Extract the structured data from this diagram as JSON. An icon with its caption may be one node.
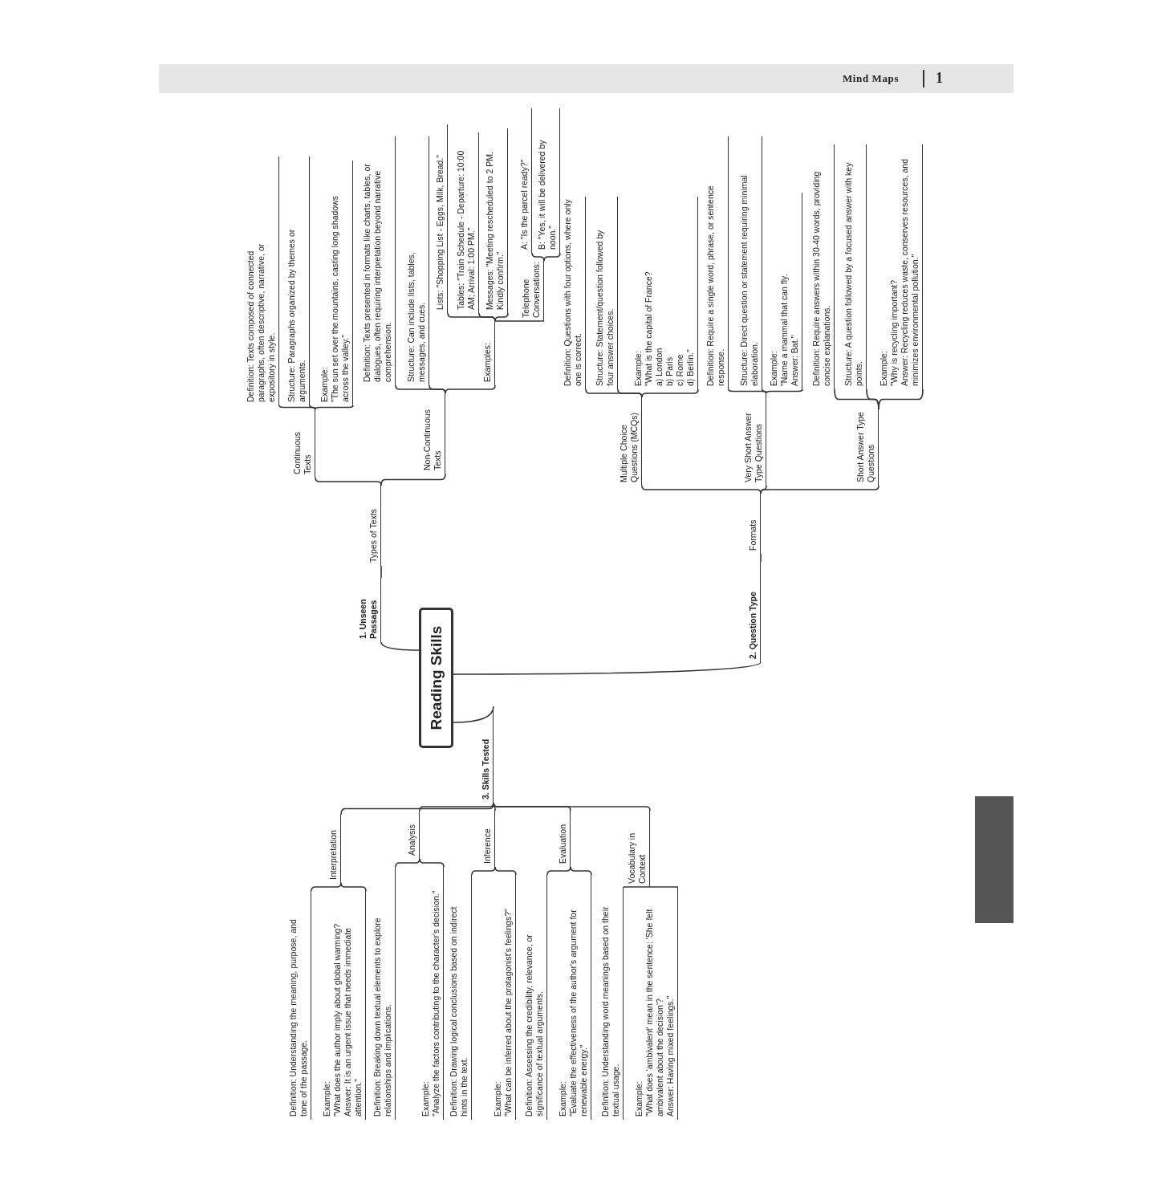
{
  "diagram": {
    "nodes": [
      {
        "text": [
          "Reading Skills"
        ]
      },
      {
        "text": [
          "1. Unseen Passages"
        ]
      },
      {
        "text": [
          "Types of Texts"
        ]
      },
      {
        "text": [
          "Continuous Texts"
        ]
      },
      {
        "text": [
          "Definition: Texts composed of connected paragraphs, often descriptive, narrative, or expository in style."
        ]
      },
      {
        "text": [
          "Structure: Paragraphs organized by themes or arguments."
        ]
      },
      {
        "text": [
          "Example:",
          "\"The sun set over the mountains, casting long shadows across the valley.\""
        ]
      },
      {
        "text": [
          "Non-Continuous Texts"
        ]
      },
      {
        "text": [
          "Definition: Texts presented in formats like charts, tables, or dialogues, often requiring interpretation beyond narrative comprehension."
        ]
      },
      {
        "text": [
          "Structure: Can include lists, tables, messages, and cues."
        ]
      },
      {
        "text": [
          "Examples:"
        ]
      },
      {
        "text": [
          "Lists: \"Shopping List - Eggs, Milk, Bread.\""
        ]
      },
      {
        "text": [
          "Tables: \"Train Schedule - Departure: 10:00 AM; Arrival: 1:00 PM.\""
        ]
      },
      {
        "text": [
          "Messages: \"Meeting rescheduled to 2 PM. Kindly confirm.\""
        ]
      },
      {
        "text": [
          "Telephone Conversations:"
        ]
      },
      {
        "text": [
          "A: \"Is the parcel ready?\""
        ]
      },
      {
        "text": [
          "B: \"Yes, it will be delivered by noon.\""
        ]
      },
      {
        "text": [
          "2. Question Type"
        ]
      },
      {
        "text": [
          "Formats"
        ]
      },
      {
        "text": [
          "Multiple Choice Questions (MCQs)"
        ]
      },
      {
        "text": [
          "Definition: Questions with four options, where only one is correct."
        ]
      },
      {
        "text": [
          "Structure: Statement/question followed by four answer choices."
        ]
      },
      {
        "text": [
          "Example:",
          "\"What is the capital of France?",
          "a) London",
          "b) Paris",
          "c) Rome",
          "d) Berlin.\""
        ]
      },
      {
        "text": [
          "Very Short Answer Type Questions"
        ]
      },
      {
        "text": [
          "Definition: Require a single word, phrase, or sentence response."
        ]
      },
      {
        "text": [
          "Structure: Direct question or statement requiring minimal elaboration."
        ]
      },
      {
        "text": [
          "Example:",
          "\"Name a mammal that can fly.",
          "Answer: Bat.\""
        ]
      },
      {
        "text": [
          "Short Answer Type Questions"
        ]
      },
      {
        "text": [
          "Definition: Require answers within 30-40 words, providing concise explanations."
        ]
      },
      {
        "text": [
          "Structure: A question followed by a focused answer with key points."
        ]
      },
      {
        "text": [
          "Example:",
          "\"Why is recycling important?",
          "Answer: Recycling reduces waste, conserves resources, and minimizes environmental pollution.\""
        ]
      },
      {
        "text": [
          "3. Skills Tested"
        ]
      },
      {
        "text": [
          "Interpretation"
        ]
      },
      {
        "text": [
          "Definition: Understanding the meaning, purpose, and tone of the passage."
        ]
      },
      {
        "text": [
          "Example:",
          "\"What does the author imply about global warming?",
          "Answer: It is an urgent issue that needs immediate attention.\""
        ]
      },
      {
        "text": [
          "Analysis"
        ]
      },
      {
        "text": [
          "Definition: Breaking down textual elements to explore relationships and implications."
        ]
      },
      {
        "text": [
          "Example:",
          "\"Analyze the factors contributing to the character's decision.\""
        ]
      },
      {
        "text": [
          "Inference"
        ]
      },
      {
        "text": [
          "Definition: Drawing logical conclusions based on indirect hints in the text."
        ]
      },
      {
        "text": [
          "Example:",
          "\"What can be inferred about the protagonist's feelings?\""
        ]
      },
      {
        "text": [
          "Evaluation"
        ]
      },
      {
        "text": [
          "Definition: Assessing the credibility, relevance, or significance of textual arguments."
        ]
      },
      {
        "text": [
          "Example:",
          "\"Evaluate the effectiveness of the author's argument for renewable energy.\""
        ]
      },
      {
        "text": [
          "Vocabulary in Context"
        ]
      },
      {
        "text": [
          "Definition: Understanding word meanings based on their textual usage."
        ]
      },
      {
        "text": [
          "Example:",
          "\"What does 'ambivalent' mean in the sentence: 'She felt ambivalent about the decision'?",
          "Answer: Having mixed feelings.\""
        ]
      }
    ],
    "edges": [
      {
        "from": 0,
        "to": 1,
        "arrow": "none"
      },
      {
        "from": 1,
        "to": 2,
        "arrow": "none"
      },
      {
        "from": 2,
        "to": 3,
        "arrow": "none"
      },
      {
        "from": 3,
        "to": 4,
        "arrow": "none"
      },
      {
        "from": 3,
        "to": 5,
        "arrow": "none"
      },
      {
        "from": 3,
        "to": 6,
        "arrow": "none"
      },
      {
        "from": 2,
        "to": 7,
        "arrow": "none"
      },
      {
        "from": 7,
        "to": 8,
        "arrow": "none"
      },
      {
        "from": 7,
        "to": 9,
        "arrow": "none"
      },
      {
        "from": 7,
        "to": 10,
        "arrow": "none"
      },
      {
        "from": 10,
        "to": 11,
        "arrow": "none"
      },
      {
        "from": 10,
        "to": 12,
        "arrow": "none"
      },
      {
        "from": 10,
        "to": 13,
        "arrow": "none"
      },
      {
        "from": 10,
        "to": 14,
        "arrow": "none"
      },
      {
        "from": 14,
        "to": 15,
        "arrow": "none"
      },
      {
        "from": 14,
        "to": 16,
        "arrow": "none"
      },
      {
        "from": 0,
        "to": 17,
        "arrow": "none"
      },
      {
        "from": 17,
        "to": 18,
        "arrow": "none"
      },
      {
        "from": 18,
        "to": 19,
        "arrow": "none"
      },
      {
        "from": 19,
        "to": 20,
        "arrow": "none"
      },
      {
        "from": 19,
        "to": 21,
        "arrow": "none"
      },
      {
        "from": 19,
        "to": 22,
        "arrow": "none"
      },
      {
        "from": 18,
        "to": 23,
        "arrow": "none"
      },
      {
        "from": 23,
        "to": 24,
        "arrow": "none"
      },
      {
        "from": 23,
        "to": 25,
        "arrow": "none"
      },
      {
        "from": 23,
        "to": 26,
        "arrow": "none"
      },
      {
        "from": 18,
        "to": 27,
        "arrow": "none"
      },
      {
        "from": 27,
        "to": 28,
        "arrow": "none"
      },
      {
        "from": 27,
        "to": 29,
        "arrow": "none"
      },
      {
        "from": 27,
        "to": 30,
        "arrow": "none"
      },
      {
        "from": 0,
        "to": 31,
        "arrow": "none"
      },
      {
        "from": 31,
        "to": 32,
        "arrow": "none"
      },
      {
        "from": 32,
        "to": 33,
        "arrow": "none"
      },
      {
        "from": 32,
        "to": 34,
        "arrow": "none"
      },
      {
        "from": 31,
        "to": 35,
        "arrow": "none"
      },
      {
        "from": 35,
        "to": 36,
        "arrow": "none"
      },
      {
        "from": 35,
        "to": 37,
        "arrow": "none"
      },
      {
        "from": 31,
        "to": 38,
        "arrow": "none"
      },
      {
        "from": 38,
        "to": 39,
        "arrow": "none"
      },
      {
        "from": 38,
        "to": 40,
        "arrow": "none"
      },
      {
        "from": 31,
        "to": 41,
        "arrow": "none"
      },
      {
        "from": 41,
        "to": 42,
        "arrow": "none"
      },
      {
        "from": 41,
        "to": 43,
        "arrow": "none"
      },
      {
        "from": 31,
        "to": 44,
        "arrow": "none"
      },
      {
        "from": 44,
        "to": 45,
        "arrow": "none"
      },
      {
        "from": 44,
        "to": 46,
        "arrow": "none"
      }
    ],
    "labels": [
      "Mind Maps",
      "1"
    ]
  }
}
